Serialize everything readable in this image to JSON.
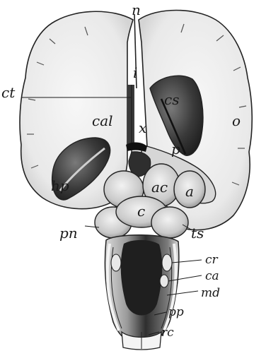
{
  "figure": {
    "colors": {
      "ink": "#1a1a1a",
      "hemisphere_fill": "#efefef",
      "shade_dark": "#2b2b2b",
      "shade_mid": "#6e6e6e",
      "shade_light": "#bdbdbd"
    },
    "labels": {
      "n": "n",
      "i": "i",
      "ct": "ct",
      "cs": "cs",
      "o": "o",
      "cal": "cal",
      "x": "x",
      "p": "p",
      "hp": "hp",
      "ac": "ac",
      "a": "a",
      "c": "c",
      "pn": "pn",
      "ts": "ts",
      "cr": "cr",
      "ca": "ca",
      "md": "md",
      "pp": "pp",
      "rc": "rc"
    }
  }
}
